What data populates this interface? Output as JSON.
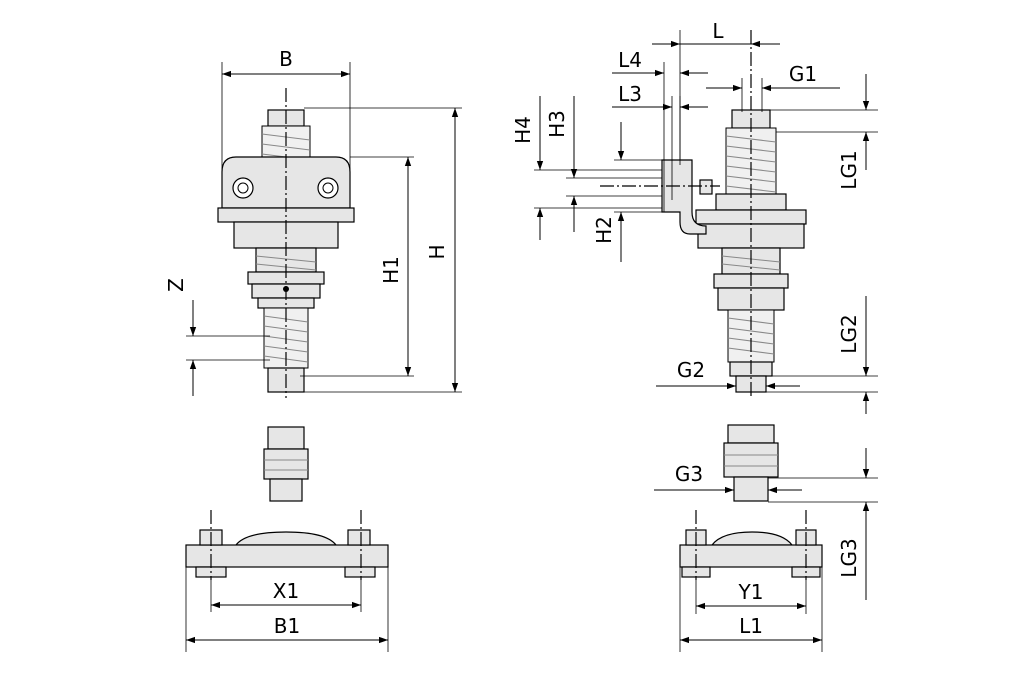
{
  "labels": {
    "B": "B",
    "H": "H",
    "H1": "H1",
    "Z": "Z",
    "L": "L",
    "L4": "L4",
    "L3": "L3",
    "G1": "G1",
    "H4": "H4",
    "H3": "H3",
    "H2": "H2",
    "LG1": "LG1",
    "LG2": "LG2",
    "G2": "G2",
    "G3": "G3",
    "LG3": "LG3",
    "X1": "X1",
    "B1": "B1",
    "Y1": "Y1",
    "L1": "L1"
  }
}
